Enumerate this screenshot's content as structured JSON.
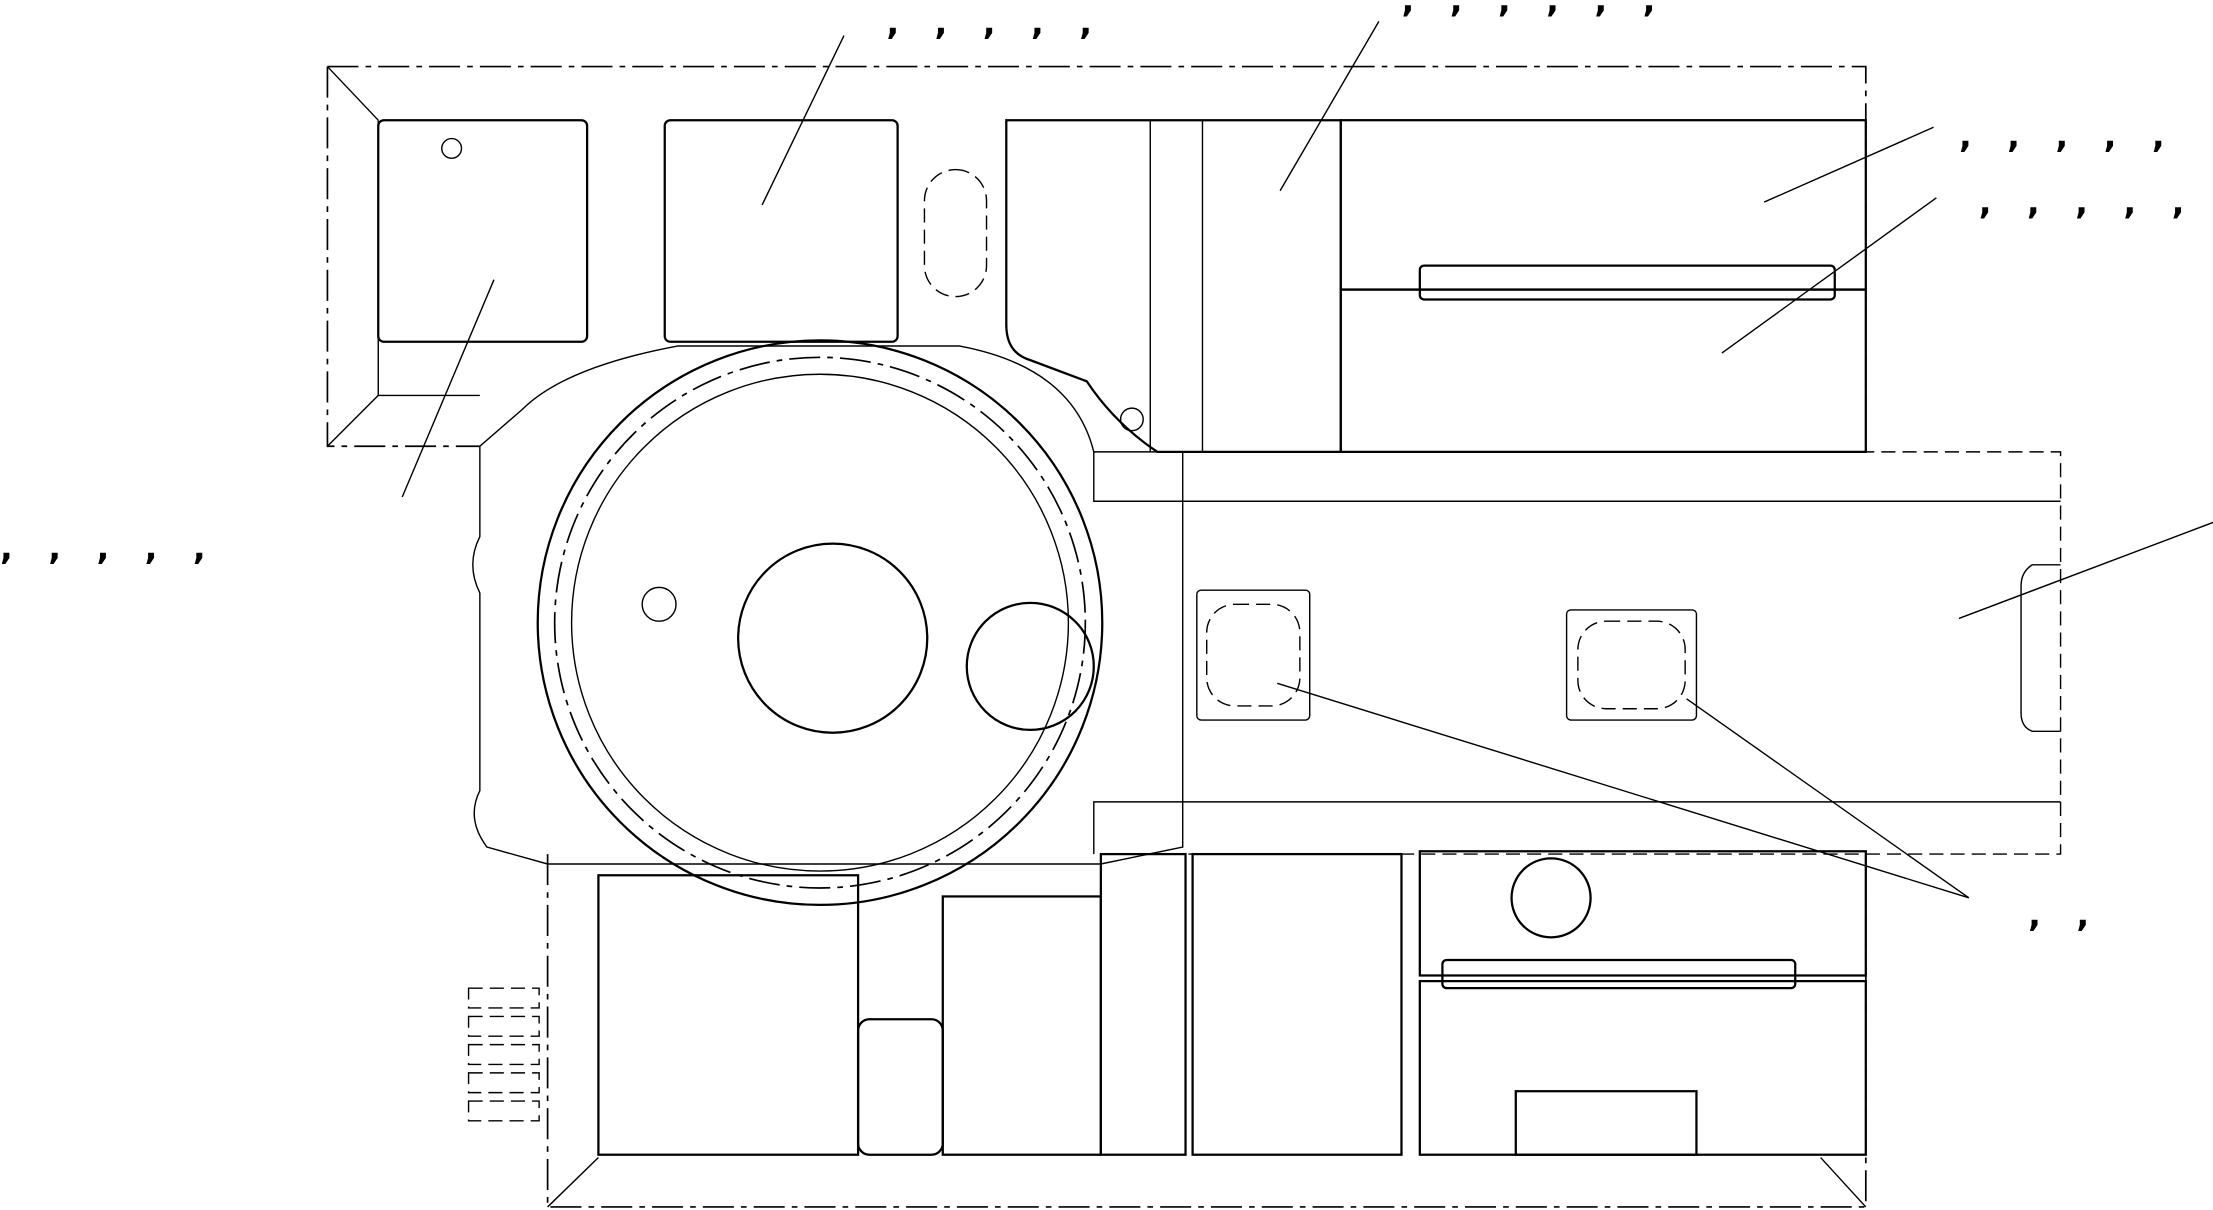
{
  "drawing": {
    "title": "Floor plan assembly drawing",
    "callouts": [
      {
        "id": "top-left",
        "text": ",   ,   ,   ,   ,"
      },
      {
        "id": "top-right",
        "text": ",   ,   ,   ,   ,   ,"
      },
      {
        "id": "right-upper",
        "text": ",   ,   ,   ,   ,"
      },
      {
        "id": "right-lower",
        "text": ",   ,   ,   ,   ,"
      },
      {
        "id": "left",
        "text": ",   ,   ,   ,   ,"
      },
      {
        "id": "bottom-right",
        "text": ",   ,"
      }
    ]
  }
}
